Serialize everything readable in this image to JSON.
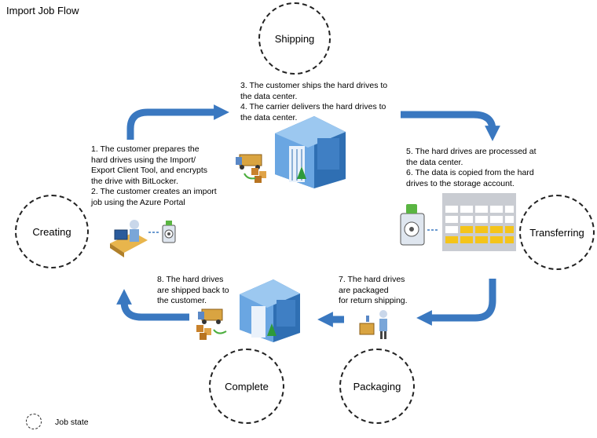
{
  "title": "Import Job Flow",
  "states": {
    "shipping": "Shipping",
    "creating": "Creating",
    "transferring": "Transferring",
    "complete": "Complete",
    "packaging": "Packaging"
  },
  "notes": {
    "creating": [
      "1. The customer prepares the",
      "hard drives using the Import/",
      "Export Client Tool, and encrypts",
      "the drive with BitLocker.",
      "2. The customer creates an import",
      "job using the Azure Portal"
    ],
    "shipping": [
      "3. The customer ships the hard drives to",
      "the data center.",
      "4. The carrier delivers the hard drives to",
      "the data center."
    ],
    "transferring": [
      "5. The hard drives are processed at",
      "the data center.",
      "6. The data is copied from the hard",
      "drives to the storage account."
    ],
    "packaging": [
      "7. The hard drives",
      "are packaged",
      "for return shipping."
    ],
    "complete": [
      "8. The hard drives",
      "are shipped back to",
      "the customer."
    ]
  },
  "legend": {
    "label": "Job state"
  },
  "colors": {
    "arrow": "#3a78c0",
    "building": "#4f8fd0",
    "storage_gray": "#c9ccd2",
    "storage_yellow": "#f4c41a",
    "drive_green": "#5ab542"
  }
}
